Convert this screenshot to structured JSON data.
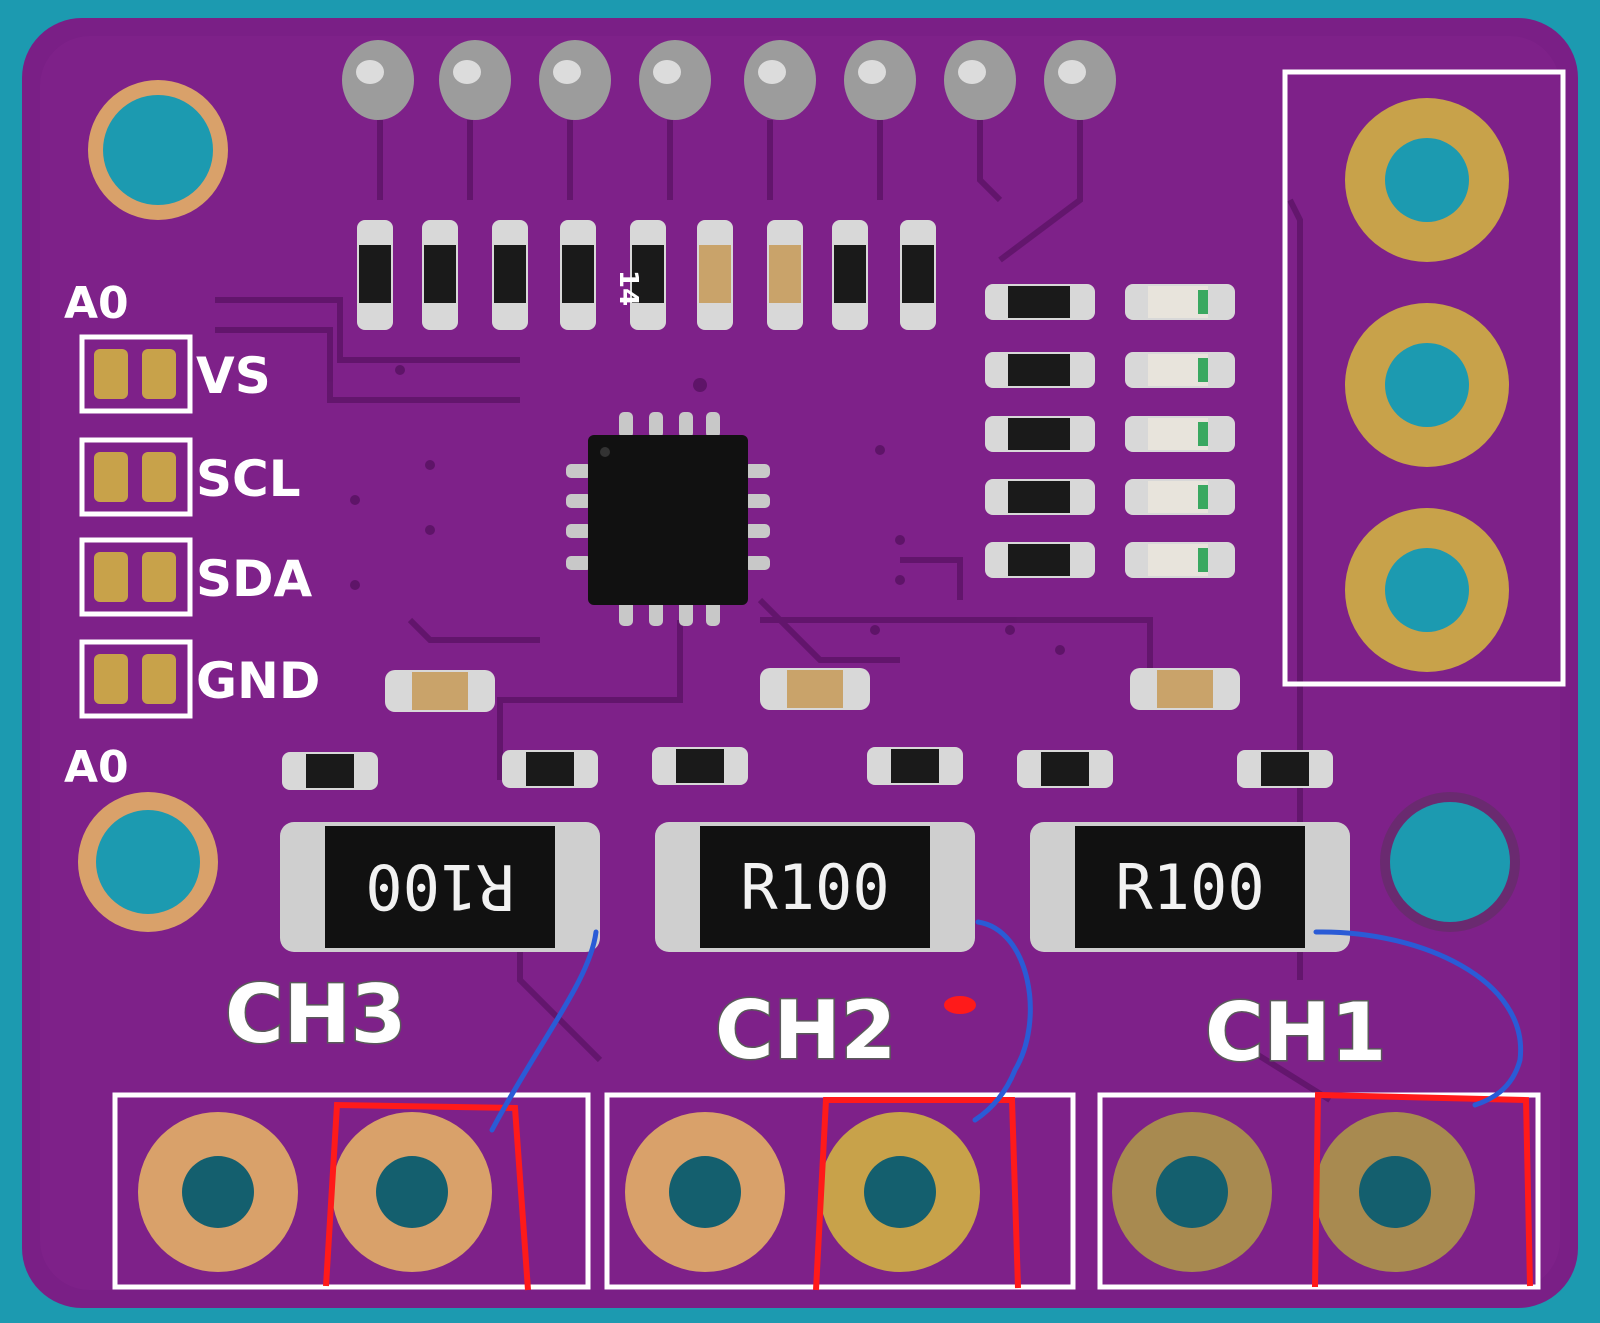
{
  "board": {
    "colors": {
      "background": "#1c9ab0",
      "pcb": "#7a1f86",
      "pcb_dark": "#5e1468",
      "silkscreen": "#ffffff",
      "gold": "#c8a24a",
      "copper": "#d9a16a",
      "annotation_red": "#ff1a1a",
      "annotation_blue": "#2a5bd6"
    },
    "header_labels": {
      "top": "A0",
      "pins": [
        "VS",
        "SCL",
        "SDA",
        "GND"
      ],
      "bottom": "A0"
    },
    "shunt_resistors": [
      {
        "marking": "R100",
        "mirrored": true
      },
      {
        "marking": "R100",
        "mirrored": false
      },
      {
        "marking": "R100",
        "mirrored": false
      }
    ],
    "channels": [
      "CH3",
      "CH2",
      "CH1"
    ],
    "chip_marking": "14"
  }
}
